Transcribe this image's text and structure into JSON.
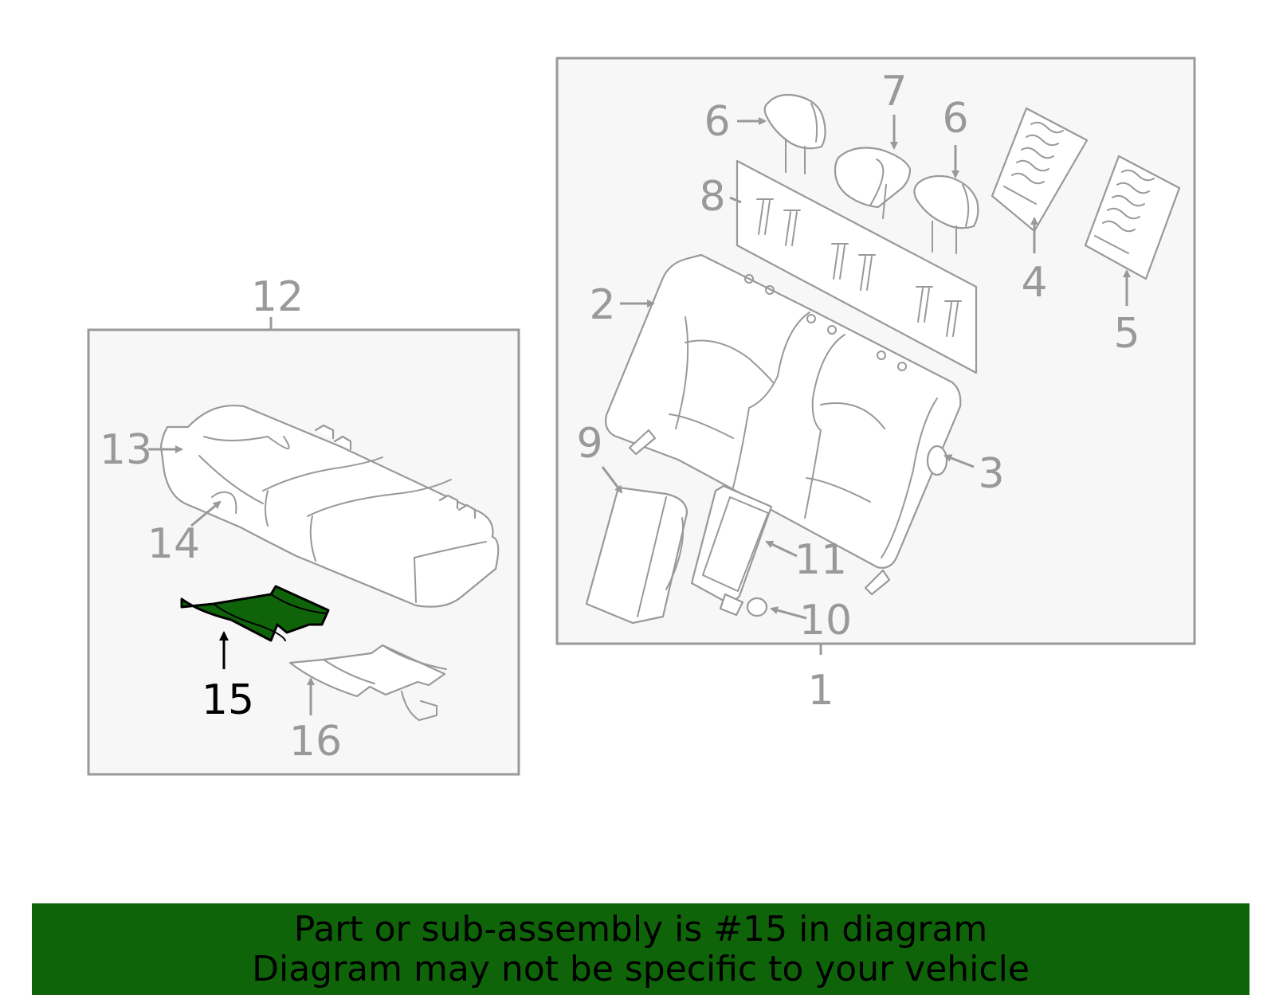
{
  "colors": {
    "highlight": "#0f6409",
    "line": "#999999",
    "box_fill": "#f7f7f7",
    "banner_bg": "#0f6409",
    "banner_text": "#000000"
  },
  "highlighted_part": "15",
  "callouts": {
    "c1": "1",
    "c2": "2",
    "c3": "3",
    "c4": "4",
    "c5": "5",
    "c6a": "6",
    "c6b": "6",
    "c7": "7",
    "c8": "8",
    "c9": "9",
    "c10": "10",
    "c11": "11",
    "c12": "12",
    "c13": "13",
    "c14": "14",
    "c15": "15",
    "c16": "16"
  },
  "banner": {
    "line1": "Part or sub-assembly is #15 in diagram",
    "line2": "Diagram may not be specific to your vehicle"
  }
}
